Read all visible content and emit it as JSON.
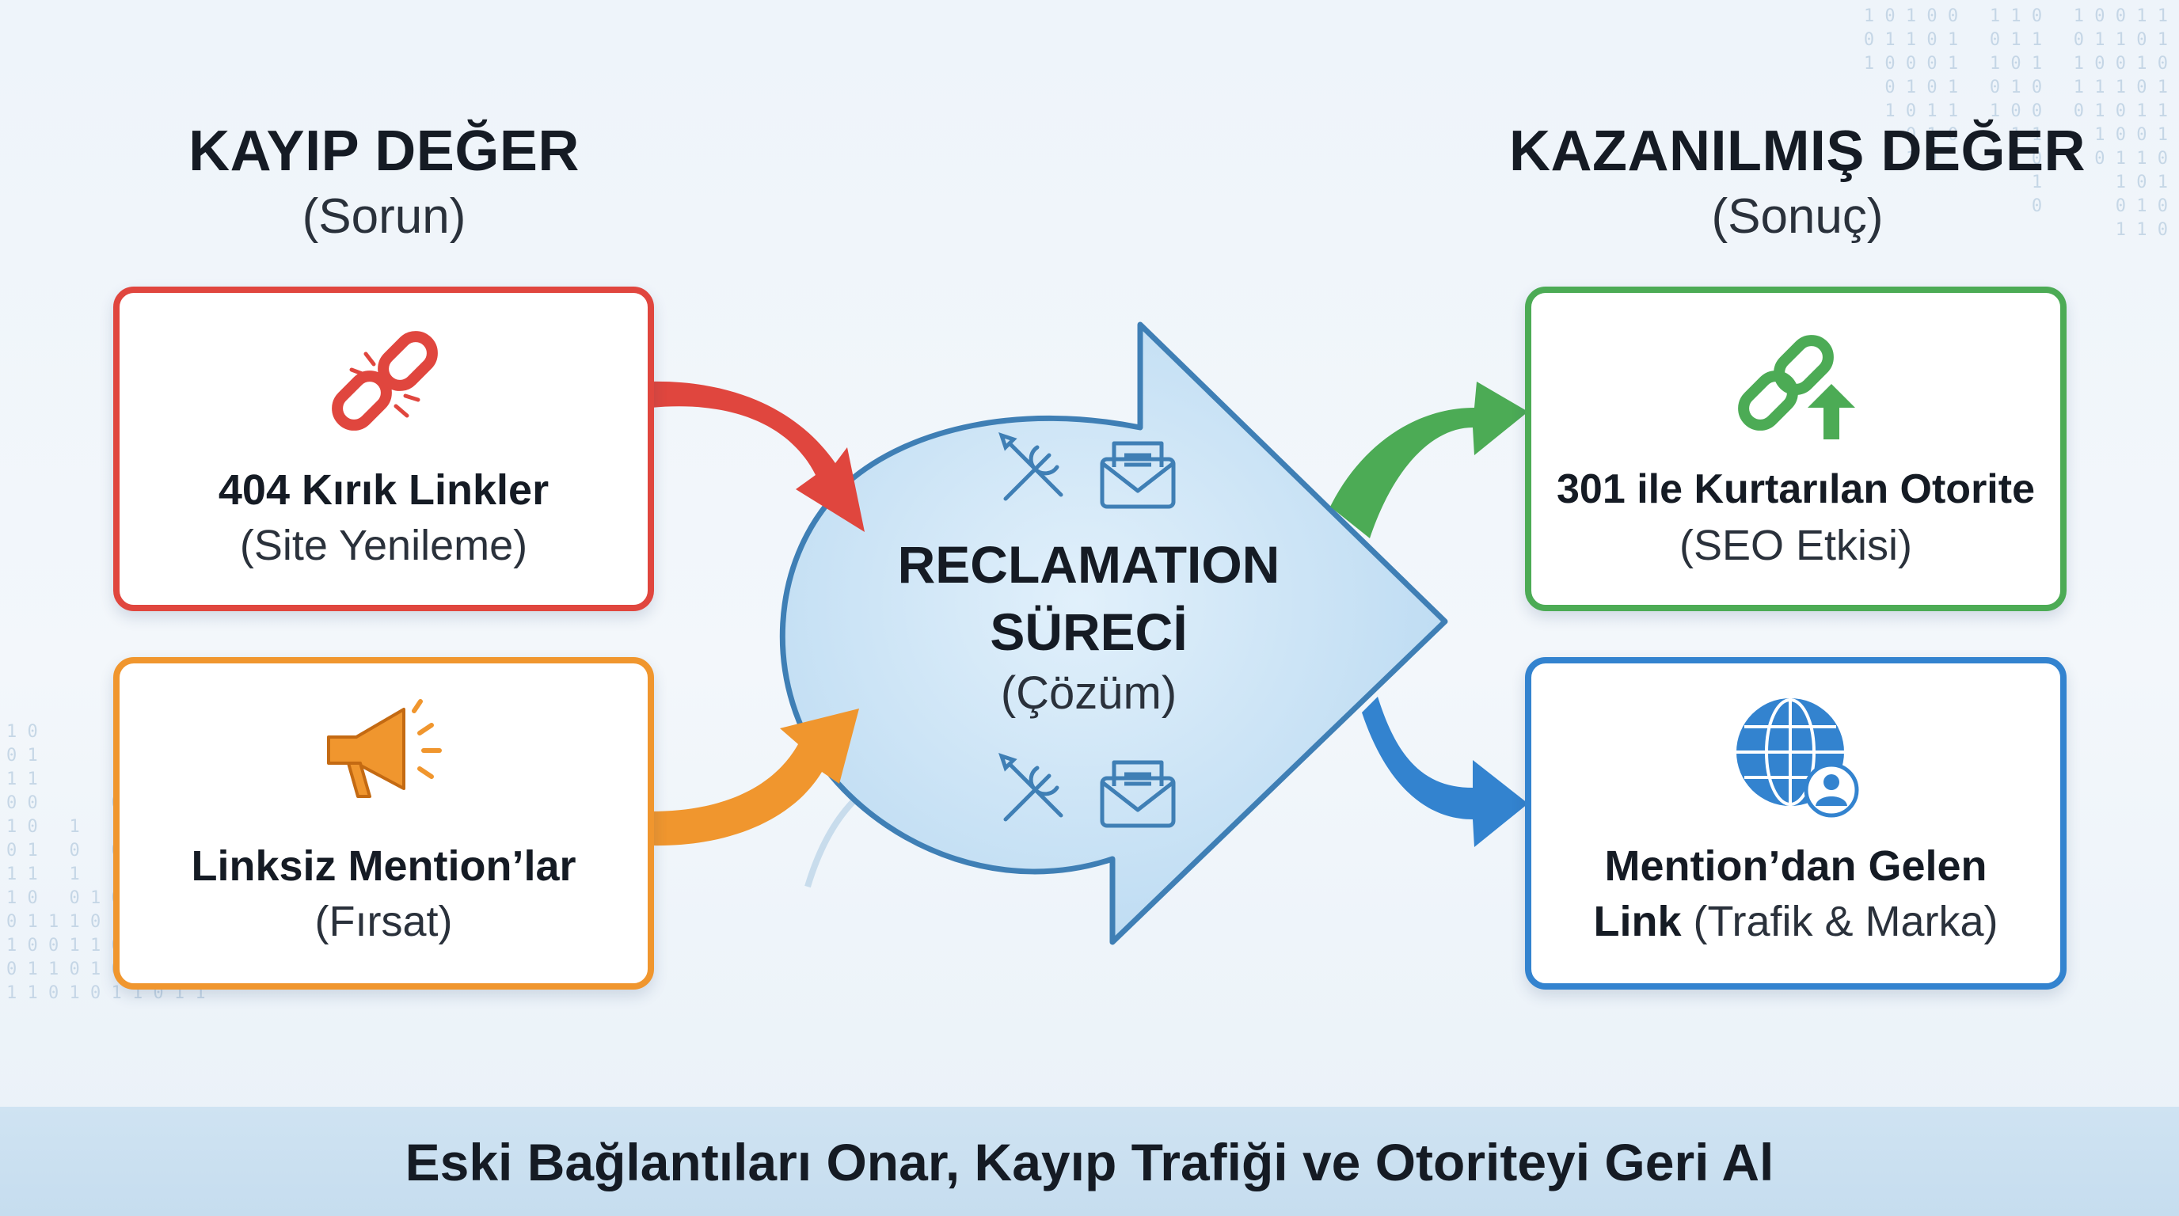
{
  "left_column": {
    "title": "KAYIP DEĞER",
    "subtitle": "(Sorun)"
  },
  "right_column": {
    "title": "KAZANILMIŞ DEĞER",
    "subtitle": "(Sonuç)"
  },
  "center": {
    "title_line1": "RECLAMATION",
    "title_line2": "SÜRECİ",
    "subtitle": "(Çözüm)"
  },
  "cards": {
    "broken_links": {
      "title": "404 Kırık Linkler",
      "subtitle": "(Site Yenileme)",
      "icon": "broken-link-icon",
      "color": "#e0463e"
    },
    "unlinked_mentions": {
      "title": "Linksiz Mention’lar",
      "subtitle": "(Fırsat)",
      "icon": "megaphone-icon",
      "color": "#f0962e"
    },
    "recovered_authority": {
      "title": "301 ile Kurtarılan Otorite",
      "subtitle": "(SEO Etkisi)",
      "icon": "link-arrow-up-icon",
      "color": "#4cab55"
    },
    "mention_links": {
      "title_bold": "Mention’dan Gelen",
      "title_bold2": "Link",
      "subtitle": "(Trafik & Marka)",
      "icon": "globe-user-icon",
      "color": "#3383cf"
    }
  },
  "footer": {
    "text": "Eski Bağlantıları Onar, Kayıp Trafiği ve Otoriteyi Geri Al"
  },
  "colors": {
    "red": "#e0463e",
    "orange": "#f0962e",
    "green": "#4cab55",
    "blue": "#3383cf",
    "center_fill": "#cbe4f6",
    "center_stroke": "#3f7fb5"
  }
}
